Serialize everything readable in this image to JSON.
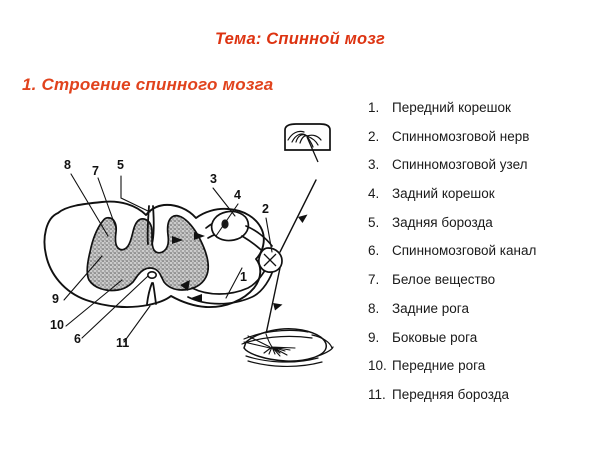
{
  "slide": {
    "title": "Тема: Спинной мозг",
    "subtitle": "1. Строение спинного мозга",
    "title_color": "#dd3311",
    "subtitle_color": "#e1431d",
    "background_color": "#ffffff"
  },
  "legend": {
    "items": [
      {
        "num": "1.",
        "label": "Передний корешок"
      },
      {
        "num": "2.",
        "label": "Спинномозговой нерв"
      },
      {
        "num": "3.",
        "label": "Спинномозговой узел"
      },
      {
        "num": "4.",
        "label": "Задний корешок"
      },
      {
        "num": "5.",
        "label": "Задняя борозда"
      },
      {
        "num": "6.",
        "label": "Спинномозговой канал"
      },
      {
        "num": "7.",
        "label": "Белое вещество"
      },
      {
        "num": "8.",
        "label": "Задние рога"
      },
      {
        "num": "9.",
        "label": "Боковые рога"
      },
      {
        "num": "10.",
        "label": "Передние рога"
      },
      {
        "num": "11.",
        "label": "Передняя борозда"
      }
    ]
  },
  "figure": {
    "description": "Поперечный разрез спинного мозга с рефлекторной дугой",
    "gray_matter_color": "#c9c9c9",
    "outline_color": "#111111",
    "callouts": [
      {
        "id": "1",
        "text": "1"
      },
      {
        "id": "2",
        "text": "2"
      },
      {
        "id": "3",
        "text": "3"
      },
      {
        "id": "4",
        "text": "4"
      },
      {
        "id": "5",
        "text": "5"
      },
      {
        "id": "6",
        "text": "6"
      },
      {
        "id": "7",
        "text": "7"
      },
      {
        "id": "8",
        "text": "8"
      },
      {
        "id": "9",
        "text": "9"
      },
      {
        "id": "10",
        "text": "10"
      },
      {
        "id": "11",
        "text": "11"
      }
    ],
    "insets": [
      {
        "name": "receptor-inset",
        "description": "рецептор кожи"
      },
      {
        "name": "muscle-inset",
        "description": "мышца-эффектор"
      }
    ]
  }
}
